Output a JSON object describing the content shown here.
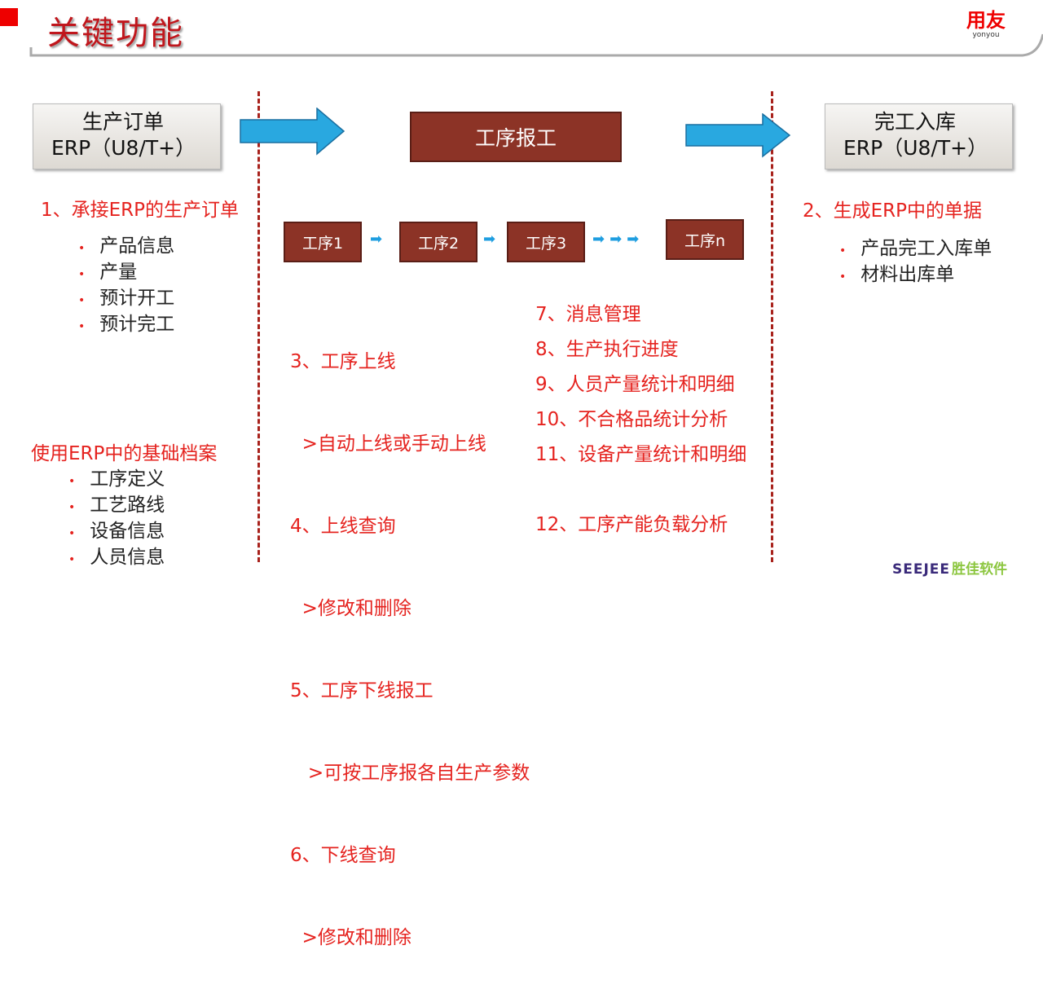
{
  "title": "关键功能",
  "logo": {
    "cn": "用友",
    "en": "yonyou"
  },
  "footer_logo": {
    "en": "SEEJEE",
    "cn": "胜佳软件"
  },
  "left_box": {
    "line1": "生产订单",
    "line2": "ERP（U8/T+）"
  },
  "center_box": "工序报工",
  "right_box": {
    "line1": "完工入库",
    "line2": "ERP（U8/T+）"
  },
  "steps": [
    "工序1",
    "工序2",
    "工序3",
    "工序n"
  ],
  "left_section": {
    "heading": "1、承接ERP的生产订单",
    "items": [
      "产品信息",
      "产量",
      "预计开工",
      "预计完工"
    ]
  },
  "basic_section": {
    "heading": "使用ERP中的基础档案",
    "items": [
      "工序定义",
      "工艺路线",
      "设备信息",
      "人员信息"
    ]
  },
  "right_section": {
    "heading": "2、生成ERP中的单据",
    "items": [
      "产品完工入库单",
      "材料出库单"
    ]
  },
  "mid_col1": [
    "3、工序上线",
    "  >自动上线或手动上线",
    "4、上线查询",
    "  >修改和删除",
    "5、工序下线报工",
    "   >可按工序报各自生产参数",
    "6、下线查询",
    "  >修改和删除"
  ],
  "mid_col2": [
    "7、消息管理",
    "8、生产执行进度",
    "9、人员产量统计和明细",
    "10、不合格品统计分析",
    "11、设备产量统计和明细",
    "",
    "12、工序产能负载分析"
  ],
  "colors": {
    "accent": "#e5231f",
    "box": "#8c3326",
    "arrow": "#29a8e0"
  }
}
